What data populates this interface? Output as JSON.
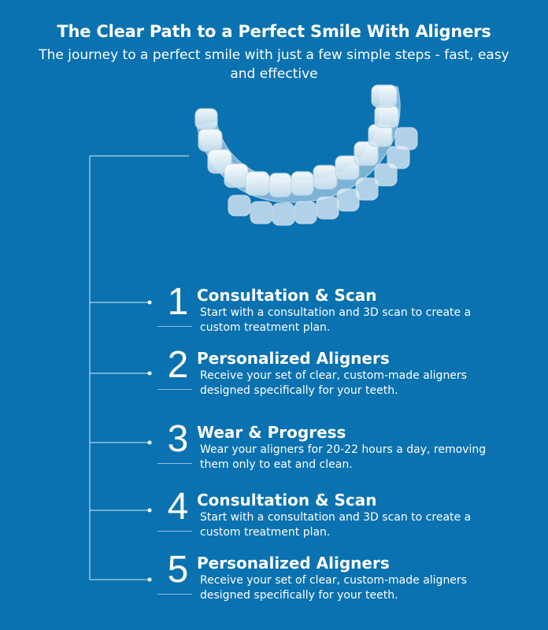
{
  "header": {
    "title": "The Clear Path to a Perfect Smile With Aligners",
    "subtitle": "The journey to a perfect smile with just a few simple steps - fast, easy and effective"
  },
  "colors": {
    "background": "#0a72b0",
    "text": "#ffffff"
  },
  "image": {
    "name": "clear-aligner-tray"
  },
  "steps": [
    {
      "number": "1",
      "title": "Consultation & Scan",
      "description": "Start with a consultation and 3D scan to create a custom treatment plan."
    },
    {
      "number": "2",
      "title": "Personalized Aligners",
      "description": "Receive your set of clear, custom-made aligners designed specifically for your teeth."
    },
    {
      "number": "3",
      "title": "Wear & Progress",
      "description": "Wear your aligners for 20-22 hours a day, removing them only to eat and clean."
    },
    {
      "number": "4",
      "title": "Consultation & Scan",
      "description": "Start with a consultation and 3D scan to create a custom treatment plan."
    },
    {
      "number": "5",
      "title": "Personalized Aligners",
      "description": "Receive your set of clear, custom-made aligners designed specifically for your teeth."
    }
  ]
}
